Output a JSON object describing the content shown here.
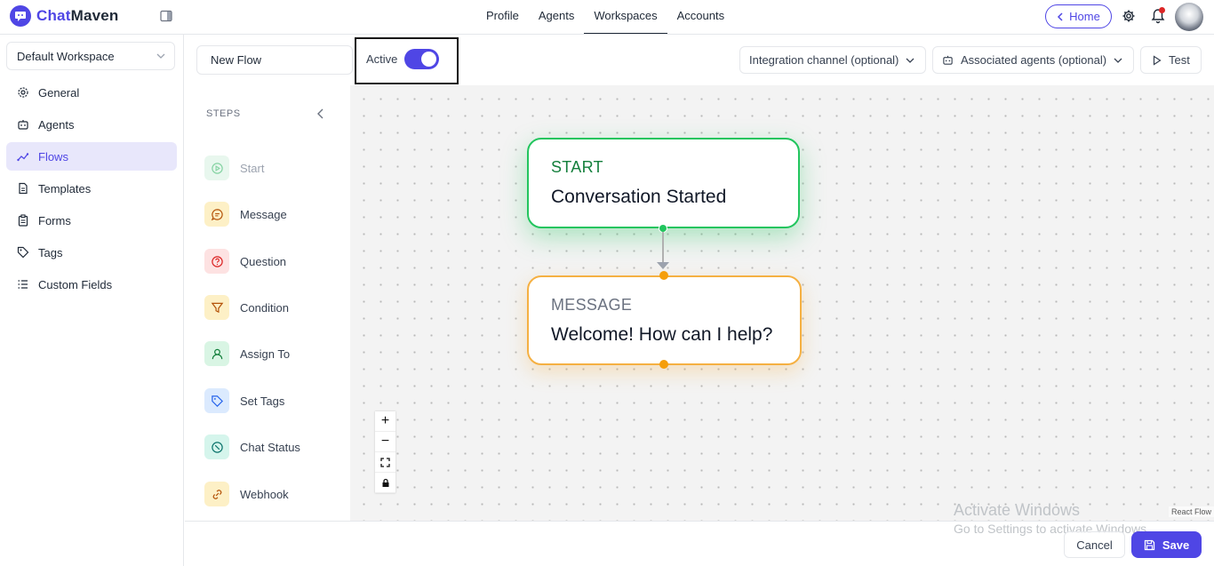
{
  "app": {
    "name_part1": "Chat",
    "name_part2": "Maven"
  },
  "topnav": {
    "items": [
      "Profile",
      "Agents",
      "Workspaces",
      "Accounts"
    ],
    "active": "Workspaces"
  },
  "header": {
    "home_label": "Home"
  },
  "sidebar": {
    "workspace": "Default Workspace",
    "items": [
      {
        "label": "General",
        "icon": "gear-icon"
      },
      {
        "label": "Agents",
        "icon": "robot-icon"
      },
      {
        "label": "Flows",
        "icon": "flow-icon",
        "active": true
      },
      {
        "label": "Templates",
        "icon": "document-icon"
      },
      {
        "label": "Forms",
        "icon": "clipboard-icon"
      },
      {
        "label": "Tags",
        "icon": "tag-icon"
      },
      {
        "label": "Custom Fields",
        "icon": "list-icon"
      }
    ]
  },
  "toolbar": {
    "flow_name": "New Flow",
    "active_label": "Active",
    "active_on": true,
    "integration_label": "Integration channel (optional)",
    "agents_label": "Associated agents (optional)",
    "test_label": "Test"
  },
  "steps": {
    "title": "STEPS",
    "items": [
      {
        "label": "Start",
        "icon": "play-icon",
        "color": "#e8f7ee"
      },
      {
        "label": "Message",
        "icon": "chat-icon",
        "color": "#fdf0c6"
      },
      {
        "label": "Question",
        "icon": "question-icon",
        "color": "#fde2e2"
      },
      {
        "label": "Condition",
        "icon": "filter-icon",
        "color": "#fdf0c6"
      },
      {
        "label": "Assign To",
        "icon": "user-icon",
        "color": "#d9f5e4"
      },
      {
        "label": "Set Tags",
        "icon": "tag-icon",
        "color": "#dbeafe"
      },
      {
        "label": "Chat Status",
        "icon": "status-icon",
        "color": "#d5f5ec"
      },
      {
        "label": "Webhook",
        "icon": "link-icon",
        "color": "#fdf0c6"
      }
    ]
  },
  "canvas": {
    "nodes": [
      {
        "type": "START",
        "text": "Conversation Started",
        "color": "#22c55e"
      },
      {
        "type": "MESSAGE",
        "text": "Welcome! How can I help?",
        "color": "#f5b042"
      }
    ],
    "zoom_controls": [
      "+",
      "−"
    ],
    "attribution": "React Flow"
  },
  "watermark": {
    "line1": "Activate Windows",
    "line2": "Go to Settings to activate Windows."
  },
  "footer": {
    "cancel_label": "Cancel",
    "save_label": "Save"
  },
  "colors": {
    "accent": "#4f46e5",
    "start": "#22c55e",
    "message": "#f5b042"
  }
}
